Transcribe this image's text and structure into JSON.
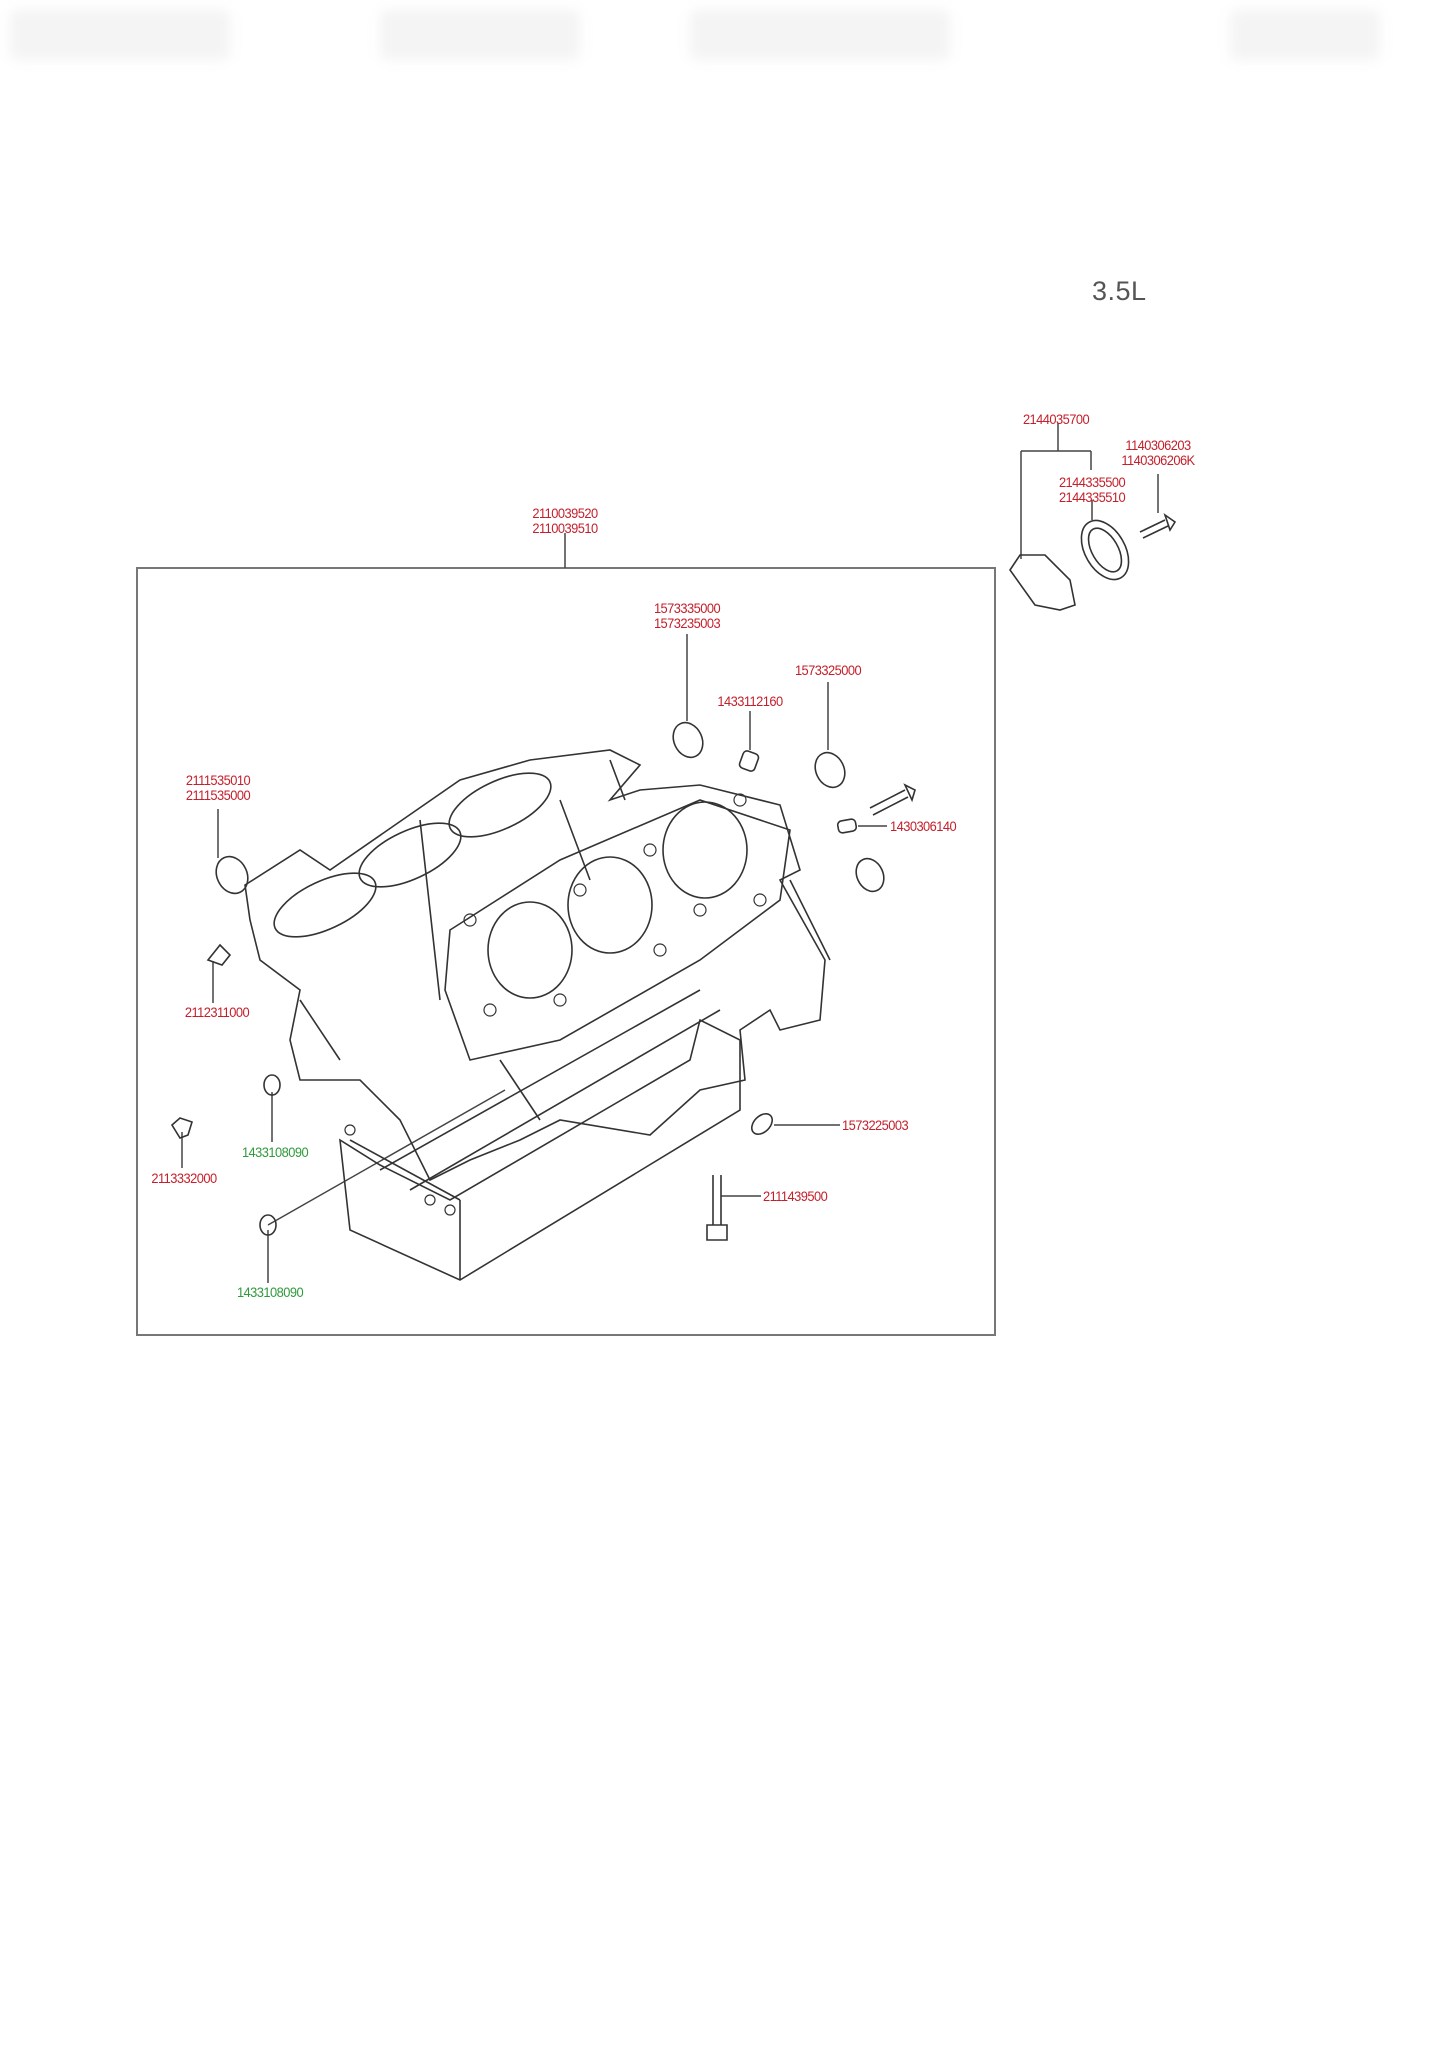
{
  "diagram": {
    "variant_label": "3.5L",
    "colors": {
      "part_number": "#c4202c",
      "part_number_alt": "#2f9a3c",
      "line": "#333333"
    },
    "callouts": {
      "cylinder_block": [
        "2110039520",
        "2110039510"
      ],
      "rear_oil_seal_case": [
        "2144035700"
      ],
      "rear_oil_seal": [
        "2144335500",
        "2144335510"
      ],
      "seal_case_bolt": [
        "1140306203",
        "1140306206K"
      ],
      "plug_top_1": [
        "1573335000",
        "1573235003"
      ],
      "plug_small_top": [
        "1433112160"
      ],
      "plug_top_2": [
        "1573325000"
      ],
      "bolt_side": [
        "1430306140"
      ],
      "plug_left": [
        "2111535010",
        "2111535000"
      ],
      "plug_left_small": [
        "2112311000"
      ],
      "plug_green_1": [
        "1433108090"
      ],
      "plug_left_lower": [
        "2113332000"
      ],
      "plug_right": [
        "1573225003"
      ],
      "bolt_bottom": [
        "2111439500"
      ],
      "plug_green_2": [
        "1433108090"
      ]
    }
  }
}
